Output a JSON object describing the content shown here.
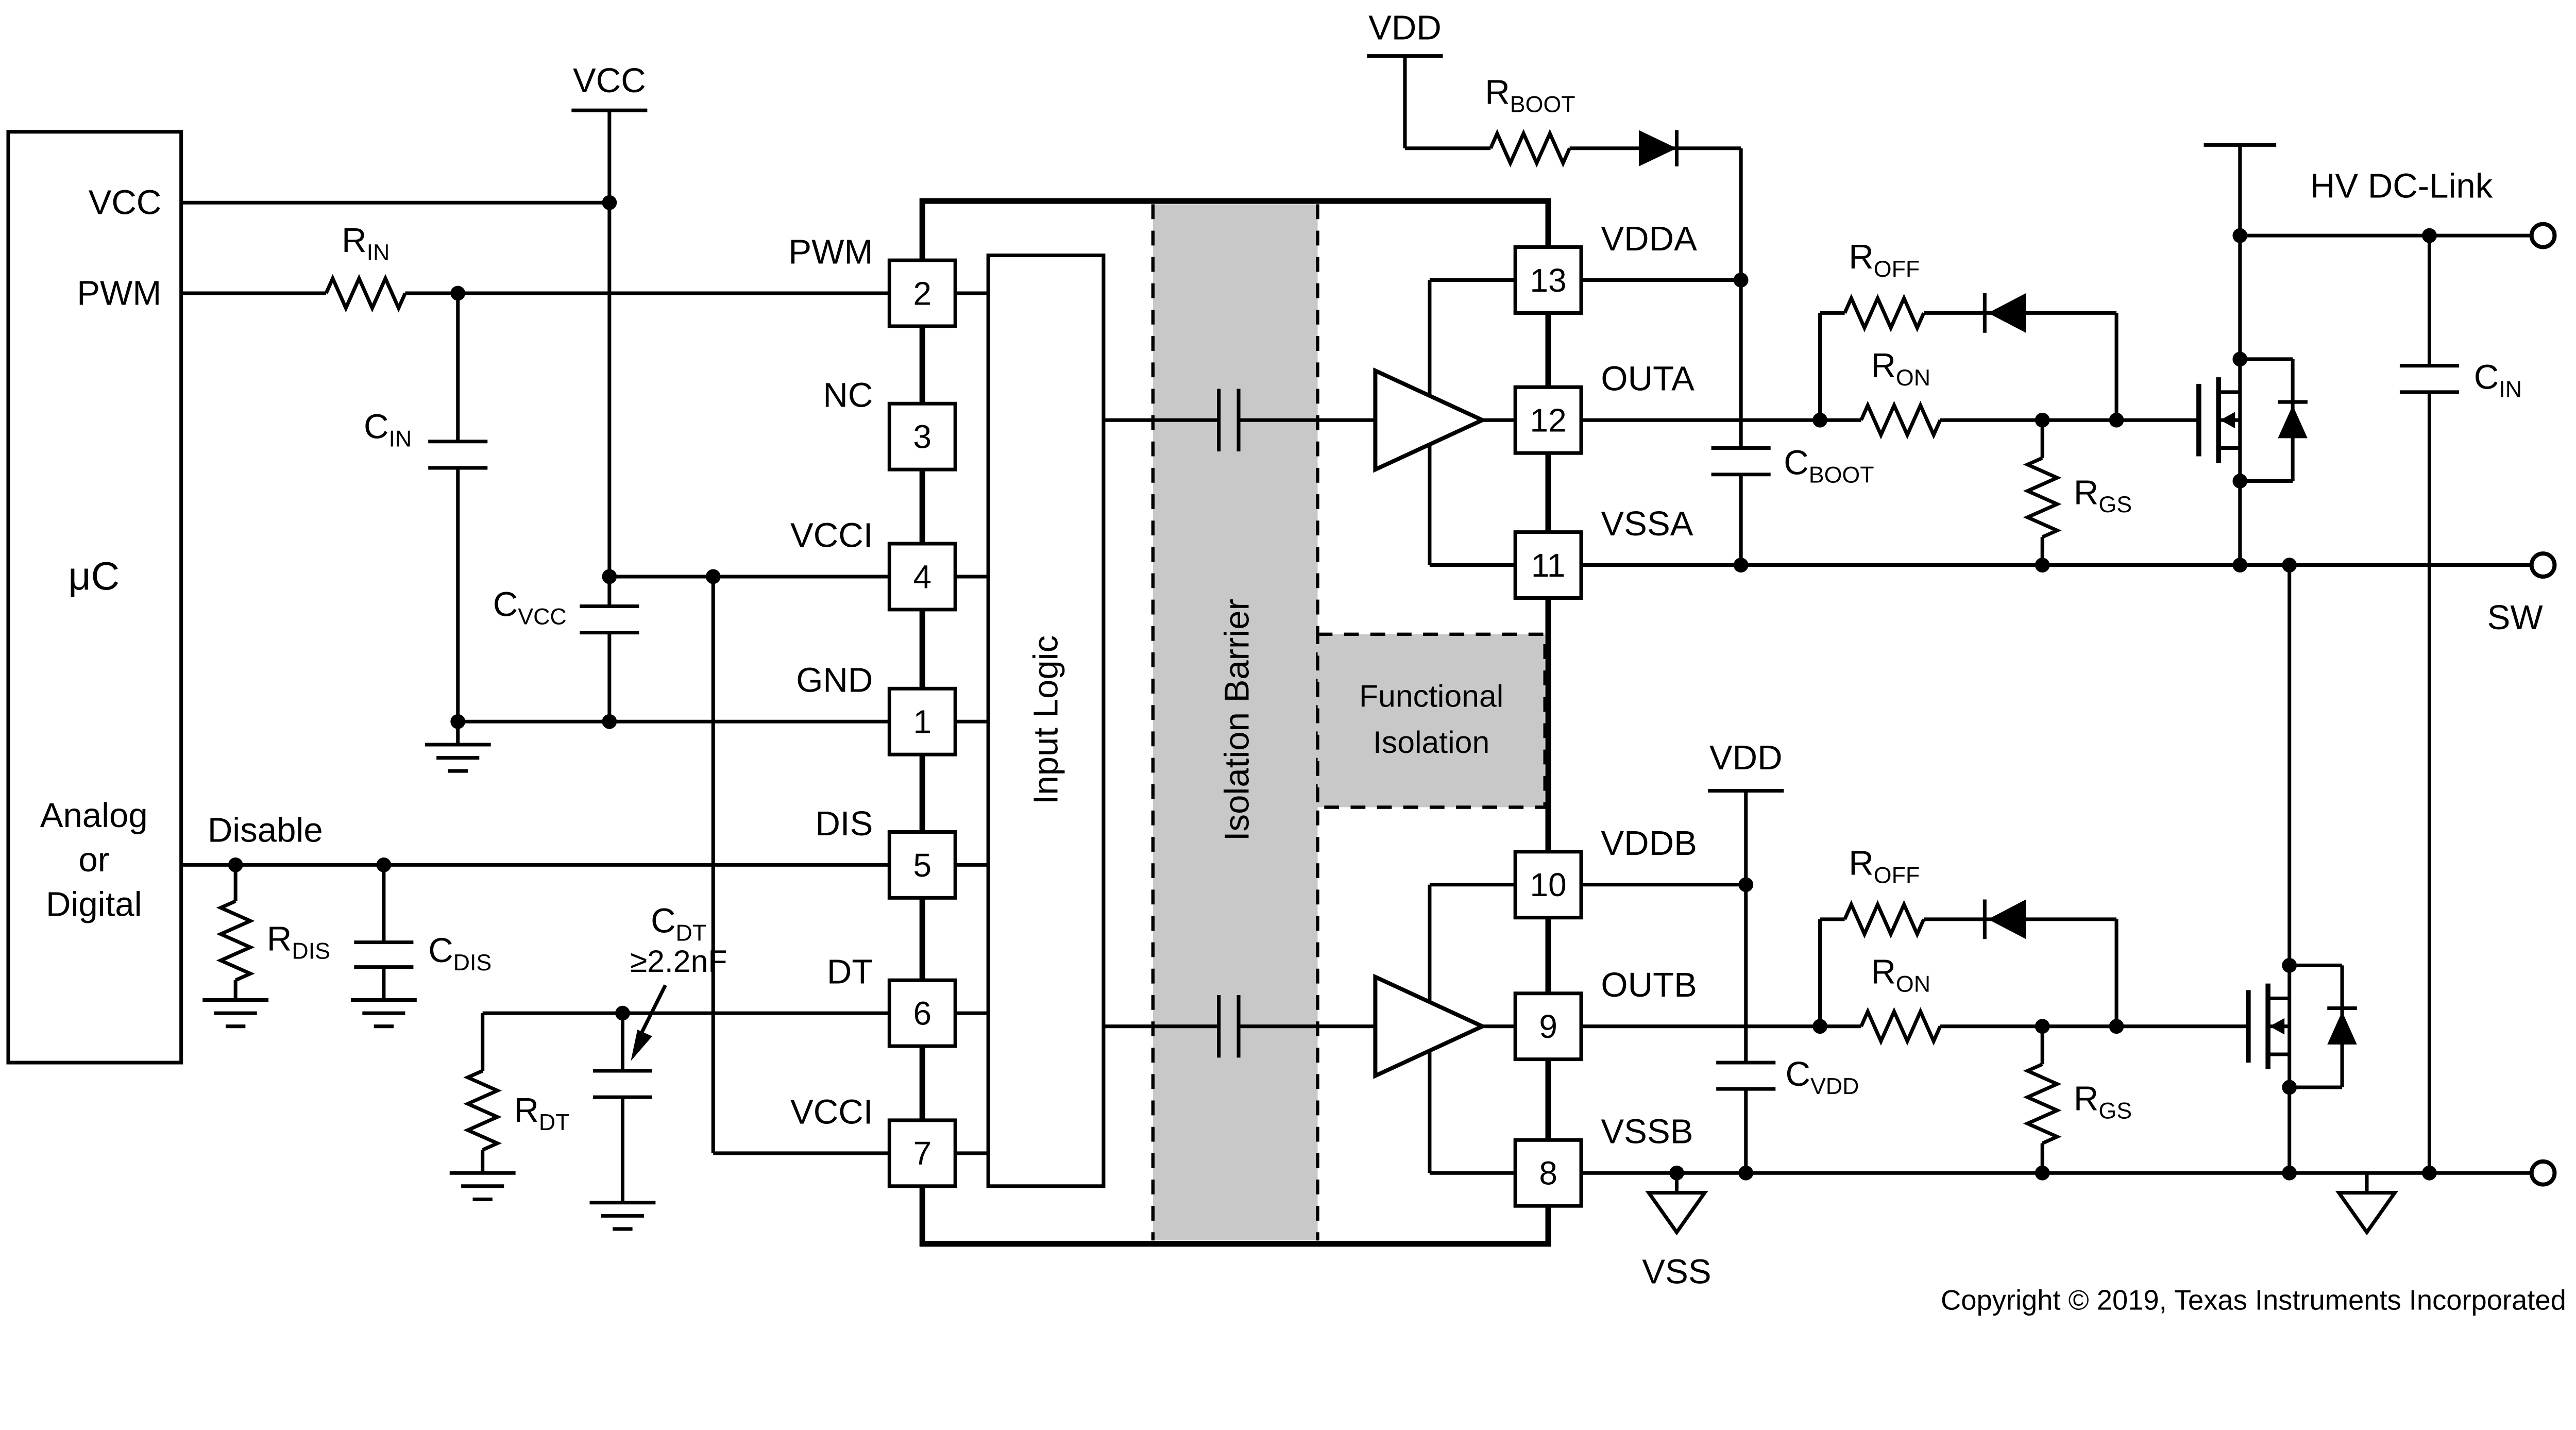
{
  "uc": {
    "title": "μC",
    "pin_vcc": "VCC",
    "pin_pwm": "PWM",
    "io_line1": "Analog",
    "io_line2": "or",
    "io_line3": "Digital",
    "disable_label": "Disable"
  },
  "supplies": {
    "vcc": "VCC",
    "vdd_top": "VDD",
    "vdd_mid": "VDD",
    "vss": "VSS"
  },
  "terminals": {
    "hv_dc_link": "HV DC-Link",
    "sw": "SW"
  },
  "ic": {
    "input_logic": "Input Logic",
    "isolation_barrier": "Isolation Barrier",
    "functional_isolation_line1": "Functional",
    "functional_isolation_line2": "Isolation",
    "pins_left": [
      {
        "num": "2",
        "label": "PWM"
      },
      {
        "num": "3",
        "label": "NC"
      },
      {
        "num": "4",
        "label": "VCCI"
      },
      {
        "num": "1",
        "label": "GND"
      },
      {
        "num": "5",
        "label": "DIS"
      },
      {
        "num": "6",
        "label": "DT"
      },
      {
        "num": "7",
        "label": "VCCI"
      }
    ],
    "pins_right": [
      {
        "num": "13",
        "label": "VDDA"
      },
      {
        "num": "12",
        "label": "OUTA"
      },
      {
        "num": "11",
        "label": "VSSA"
      },
      {
        "num": "10",
        "label": "VDDB"
      },
      {
        "num": "9",
        "label": "OUTB"
      },
      {
        "num": "8",
        "label": "VSSB"
      }
    ]
  },
  "components": {
    "r_in": {
      "base": "R",
      "sub": "IN"
    },
    "c_in_input": {
      "base": "C",
      "sub": "IN"
    },
    "c_vcc": {
      "base": "C",
      "sub": "VCC"
    },
    "r_dis": {
      "base": "R",
      "sub": "DIS"
    },
    "c_dis": {
      "base": "C",
      "sub": "DIS"
    },
    "c_dt": {
      "base": "C",
      "sub": "DT",
      "note": "≥2.2nF"
    },
    "r_dt": {
      "base": "R",
      "sub": "DT"
    },
    "r_boot": {
      "base": "R",
      "sub": "BOOT"
    },
    "c_boot": {
      "base": "C",
      "sub": "BOOT"
    },
    "r_off_a": {
      "base": "R",
      "sub": "OFF"
    },
    "r_on_a": {
      "base": "R",
      "sub": "ON"
    },
    "r_gs_a": {
      "base": "R",
      "sub": "GS"
    },
    "c_vdd": {
      "base": "C",
      "sub": "VDD"
    },
    "r_off_b": {
      "base": "R",
      "sub": "OFF"
    },
    "r_on_b": {
      "base": "R",
      "sub": "ON"
    },
    "r_gs_b": {
      "base": "R",
      "sub": "GS"
    },
    "c_in_bus": {
      "base": "C",
      "sub": "IN"
    }
  },
  "footer": {
    "copyright": "Copyright © 2019, Texas Instruments Incorporated"
  },
  "colors": {
    "barrier_fill": "#c8c8c8",
    "wire": "#000000",
    "background": "#ffffff"
  }
}
